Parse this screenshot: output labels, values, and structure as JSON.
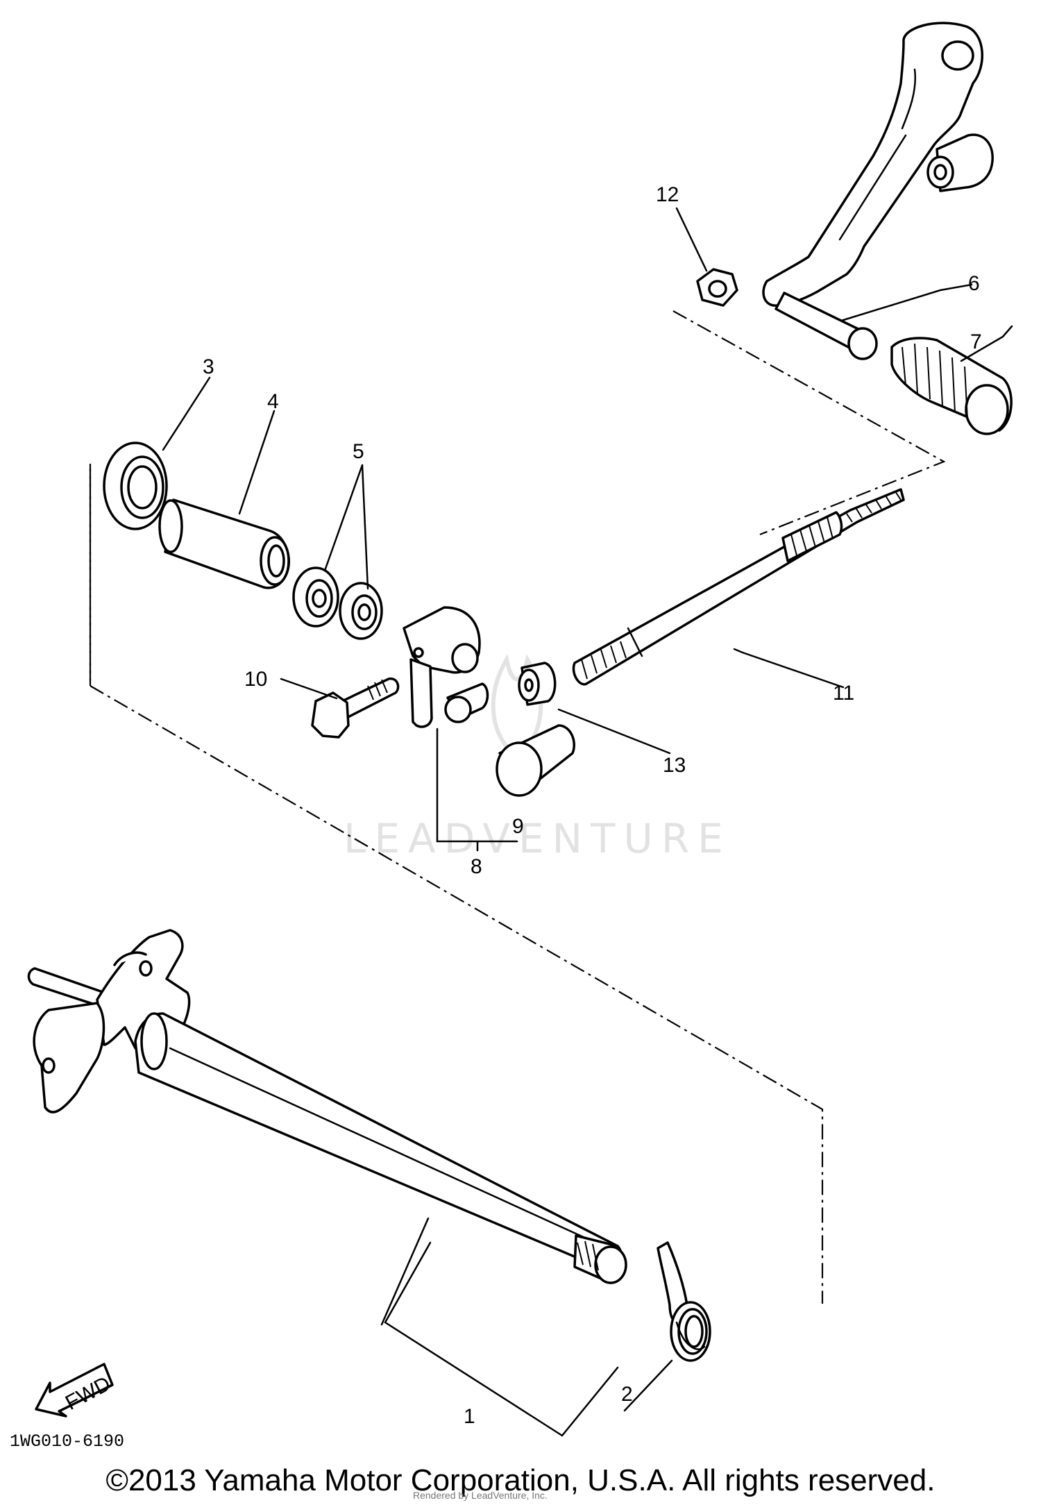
{
  "diagram": {
    "callouts": [
      "1",
      "2",
      "3",
      "4",
      "5",
      "6",
      "7",
      "8",
      "9",
      "10",
      "11",
      "12",
      "13"
    ],
    "fwd_label": "FWD",
    "diagram_code": "1WG010-6190",
    "watermark": "LEADVENTURE",
    "copyright": "©2013 Yamaha Motor Corporation, U.S.A. All rights reserved.",
    "credit": "Rendered by LeadVenture, Inc."
  }
}
